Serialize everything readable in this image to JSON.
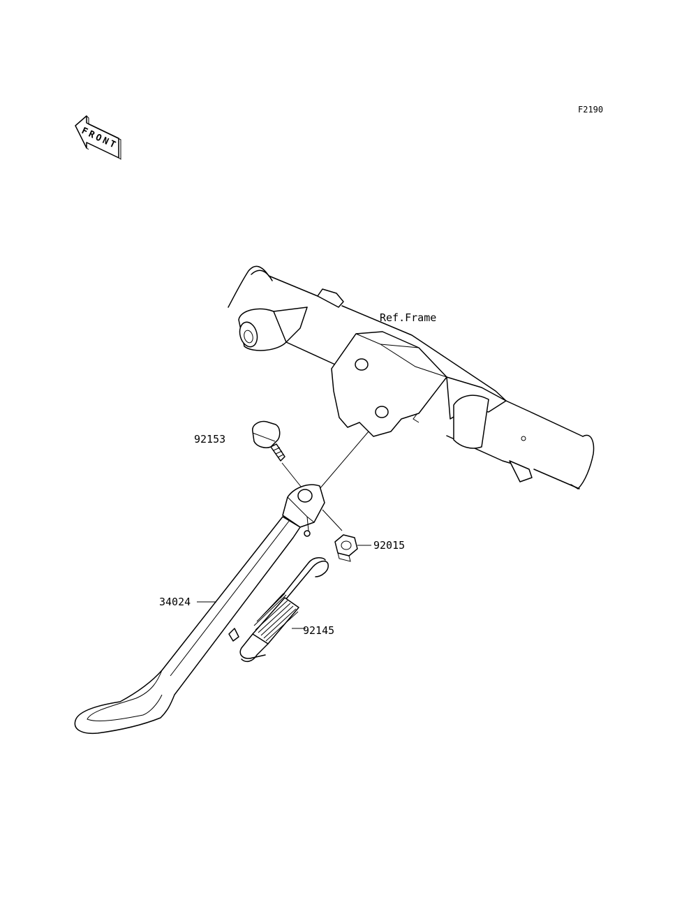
{
  "figure_code": "F2190",
  "front_indicator": {
    "label": "FRONT",
    "icon": "front-direction-arrow-icon"
  },
  "reference_label": "Ref.Frame",
  "parts": [
    {
      "number": "92153"
    },
    {
      "number": "92015"
    },
    {
      "number": "34024"
    },
    {
      "number": "92145"
    }
  ]
}
